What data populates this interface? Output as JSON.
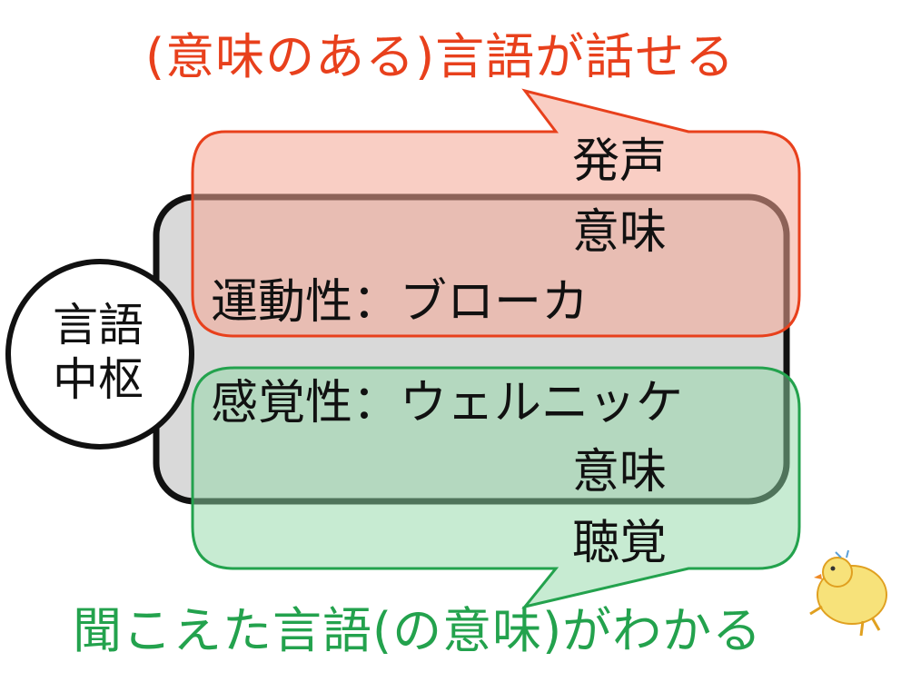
{
  "top_caption": "(意味のある)言語が話せる",
  "bottom_caption": "聞こえた言語(の意味)がわかる",
  "center": {
    "line1": "言語",
    "line2": "中枢"
  },
  "speech_box": {
    "item1": "発声",
    "item2": "意味"
  },
  "motor_label": "運動性：ブローカ",
  "sensory_label": "感覚性：ウェルニッケ",
  "hearing_box": {
    "item1": "意味",
    "item2": "聴覚"
  },
  "colors": {
    "speech": "#e8401c",
    "speech_fill": "#f8c9bd",
    "hearing": "#23a24d",
    "hearing_fill": "#c7ecd3",
    "center_fill": "#d9d9d9"
  }
}
